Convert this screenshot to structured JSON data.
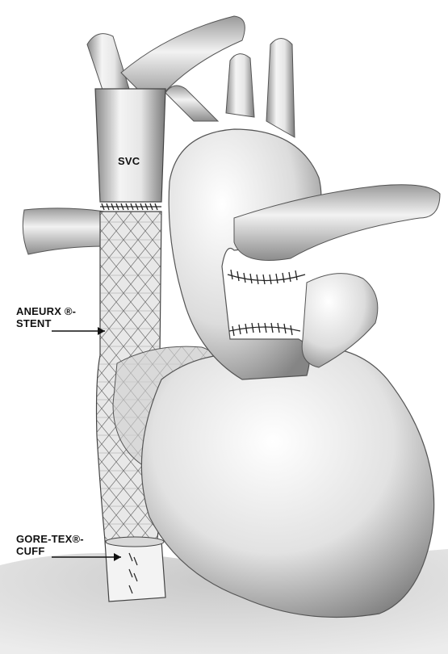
{
  "labels": {
    "svc": "SVC",
    "aneurx_line1": "ANEURX ®-",
    "aneurx_line2": "STENT",
    "goretex_line1": "GORE-TEX®-",
    "goretex_line2": "CUFF"
  }
}
